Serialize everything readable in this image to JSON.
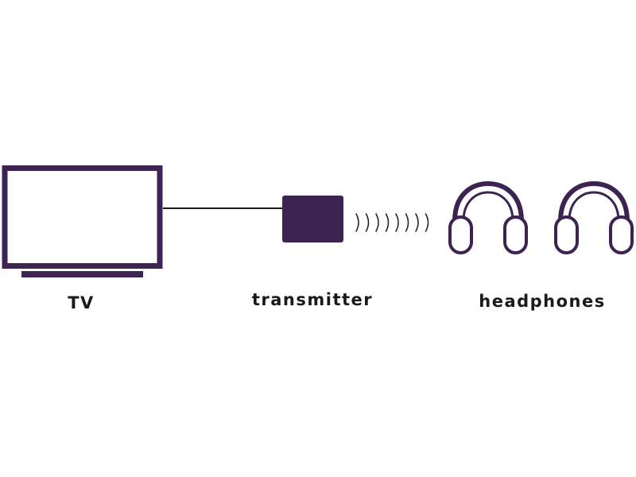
{
  "colors": {
    "accent": "#3d2352",
    "cable": "#1a1a1a",
    "text": "#1a1a1a",
    "background": "#ffffff"
  },
  "nodes": {
    "tv": {
      "label": "TV",
      "icon": "tv-icon"
    },
    "transmitter": {
      "label": "transmitter",
      "icon": "transmitter-box-icon"
    },
    "headphones": {
      "label": "headphones",
      "icon": "headphones-icon",
      "count": 2
    }
  },
  "connections": [
    {
      "from": "tv",
      "to": "transmitter",
      "kind": "wired",
      "icon": "cable-line"
    },
    {
      "from": "transmitter",
      "to": "headphones",
      "kind": "wireless",
      "icon": "signal-waves-icon",
      "wave_count": 8
    }
  ]
}
